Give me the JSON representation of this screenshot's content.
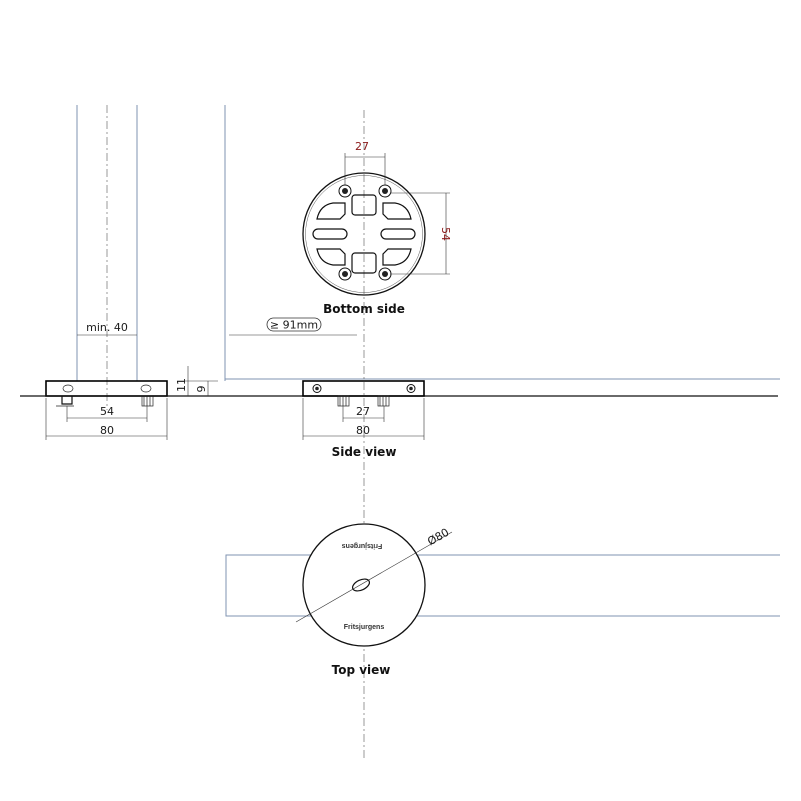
{
  "labels": {
    "bottom_side": "Bottom side",
    "side_view": "Side view",
    "top_view": "Top view"
  },
  "dimensions": {
    "min_40": "min. 40",
    "ge_91mm": "≥ 91mm",
    "h_11": "11",
    "h_9": "9",
    "left_54": "54",
    "left_80": "80",
    "side_27": "27",
    "side_80": "80",
    "bottom_27": "27",
    "bottom_54": "54",
    "diameter_80": "Ø80"
  },
  "brand": {
    "top_text": "Fritsjurgens",
    "bottom_text": "Fritsjurgens"
  },
  "colors": {
    "glass_outline": "#7f93b2",
    "dimension_red": "#8b1a1a",
    "line": "#111111"
  }
}
